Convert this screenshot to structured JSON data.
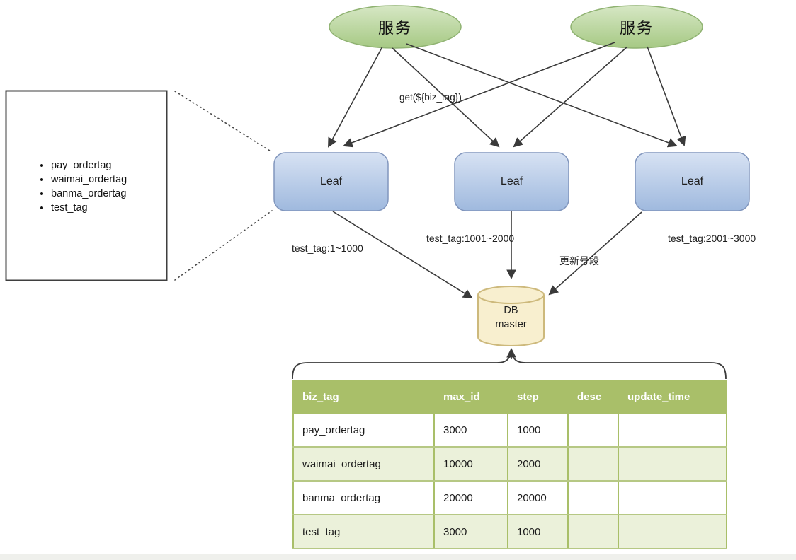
{
  "diagram": {
    "services": [
      {
        "label": "服务"
      },
      {
        "label": "服务"
      }
    ],
    "leaf_nodes": [
      {
        "label": "Leaf"
      },
      {
        "label": "Leaf"
      },
      {
        "label": "Leaf"
      }
    ],
    "db": {
      "label_line1": "DB",
      "label_line2": "master"
    },
    "edge_labels": {
      "get_call": "get(${biz_tag})",
      "range_1": "test_tag:1~1000",
      "range_2": "test_tag:1001~2000",
      "range_3": "test_tag:2001~3000",
      "update_segment": "更新号段"
    },
    "tag_list": {
      "items": [
        "pay_ordertag",
        "waimai_ordertag",
        "banma_ordertag",
        "test_tag"
      ]
    }
  },
  "table": {
    "headers": [
      "biz_tag",
      "max_id",
      "step",
      "desc",
      "update_time"
    ],
    "rows": [
      {
        "biz_tag": "pay_ordertag",
        "max_id": "3000",
        "step": "1000",
        "desc": "",
        "update_time": ""
      },
      {
        "biz_tag": "waimai_ordertag",
        "max_id": "10000",
        "step": "2000",
        "desc": "",
        "update_time": ""
      },
      {
        "biz_tag": "banma_ordertag",
        "max_id": "20000",
        "step": "20000",
        "desc": "",
        "update_time": ""
      },
      {
        "biz_tag": "test_tag",
        "max_id": "3000",
        "step": "1000",
        "desc": "",
        "update_time": ""
      }
    ]
  },
  "colors": {
    "service_fill_top": "#d6e7c4",
    "service_fill_bottom": "#a6c984",
    "service_stroke": "#8fb271",
    "leaf_fill_top": "#d7e2f3",
    "leaf_fill_bottom": "#9fb9de",
    "leaf_stroke": "#8196bd",
    "db_fill": "#f8efcf",
    "db_stroke": "#cdb97c",
    "table_header_bg": "#a9bf69",
    "table_alt_row_bg": "#ebf1da",
    "arrow": "#3a3a3a"
  }
}
